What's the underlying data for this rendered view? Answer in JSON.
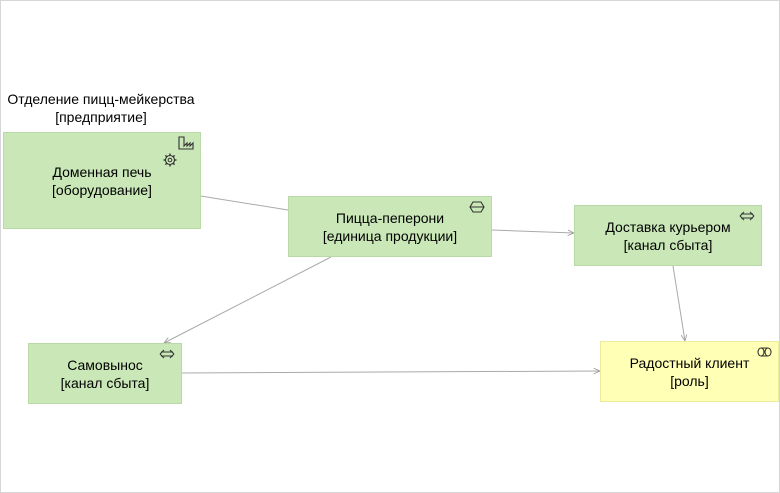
{
  "diagram": {
    "group": {
      "title": "Отделение пицц-мейкерства",
      "type": "[предприятие]",
      "icon": "factory-icon"
    },
    "nodes": [
      {
        "id": "pech",
        "name": "Доменная печь",
        "type": "[оборудование]",
        "icon": "gear-icon",
        "color": "#c9e7b7"
      },
      {
        "id": "pizza",
        "name": "Пицца-пеперони",
        "type": "[единица продукции]",
        "icon": "product-icon",
        "color": "#c9e7b7"
      },
      {
        "id": "courier",
        "name": "Доставка курьером",
        "type": "[канал сбыта]",
        "icon": "channel-icon",
        "color": "#c9e7b7"
      },
      {
        "id": "pickup",
        "name": "Самовынос",
        "type": "[канал сбыта]",
        "icon": "channel-icon",
        "color": "#c9e7b7"
      },
      {
        "id": "client",
        "name": "Радостный клиент",
        "type": "[роль]",
        "icon": "role-icon",
        "color": "#ffffb5"
      }
    ],
    "edges": [
      {
        "from": "pizza",
        "to": "pech"
      },
      {
        "from": "pizza",
        "to": "courier"
      },
      {
        "from": "pizza",
        "to": "pickup"
      },
      {
        "from": "courier",
        "to": "client"
      },
      {
        "from": "pickup",
        "to": "client"
      }
    ]
  }
}
